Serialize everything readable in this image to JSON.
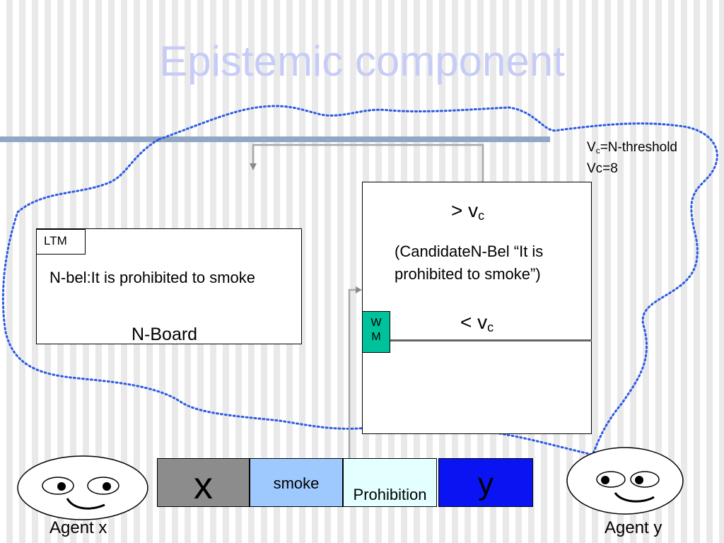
{
  "title": "Epistemic component",
  "threshold_note": {
    "line1_v": "V",
    "line1_sub": "c",
    "line1_rest": "=N-threshold",
    "line2": "Vc=8"
  },
  "ltm": {
    "tag": "LTM",
    "belief": "N-bel:It is prohibited to smoke",
    "board_label": "N-Board"
  },
  "wm": {
    "tag_line1": "W",
    "tag_line2": "M",
    "upper_op": "> v",
    "upper_sub": "c",
    "candidate": "(CandidateN-Bel “It is prohibited to smoke”)",
    "lower_op": "< v",
    "lower_sub": "c"
  },
  "message": {
    "sender": "x",
    "action": "smoke",
    "modality": "Prohibition",
    "receiver": "y"
  },
  "agents": {
    "x_label": "Agent x",
    "y_label": "Agent y"
  },
  "colors": {
    "title": "#c7ccf7",
    "rule": "#90a8c4",
    "wm_tag": "#00c29a",
    "cell_x": "#8c8c8c",
    "cell_smoke": "#9ec9ff",
    "cell_prohibition": "#e3ffff",
    "cell_y": "#0a14f2",
    "boundary": "#2d5be3",
    "arrow": "#a8a8a8"
  }
}
